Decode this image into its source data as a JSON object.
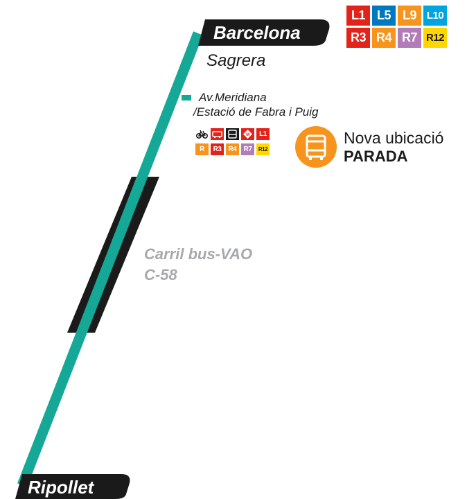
{
  "route": {
    "start": "Barcelona",
    "end": "Ripollet",
    "line_color": "#16a896",
    "label_bg": "#1a1a1a"
  },
  "stops": {
    "sagrera": "Sagrera",
    "meridiana_line1": "Av.Meridiana",
    "meridiana_line2": "/Estació de Fabra i Puig"
  },
  "lane": {
    "line1": "Carril bus-VAO",
    "line2": "C-58"
  },
  "sagrera_connections": [
    {
      "label": "L1",
      "color": "#e2231a"
    },
    {
      "label": "L5",
      "color": "#0078bf"
    },
    {
      "label": "L9",
      "color": "#f7941d"
    },
    {
      "label": "L10",
      "color": "#00a5df"
    },
    {
      "label": "R3",
      "color": "#e2231a"
    },
    {
      "label": "R4",
      "color": "#f7941d"
    },
    {
      "label": "R7",
      "color": "#b27cb8"
    },
    {
      "label": "R12",
      "color": "#ffd700"
    }
  ],
  "meridiana_connections": {
    "row1": [
      {
        "icon": "bicycle-icon",
        "color": "#ffffff",
        "fg": "#1a1a1a"
      },
      {
        "icon": "bus-icon",
        "color": "#e2231a",
        "fg": "#ffffff"
      },
      {
        "icon": "coach-icon",
        "color": "#1a1a1a",
        "fg": "#ffffff"
      },
      {
        "icon": "metro-icon",
        "color": "#e2231a",
        "fg": "#ffffff"
      },
      {
        "label": "L1",
        "color": "#e2231a"
      }
    ],
    "row2": [
      {
        "label": "R",
        "color": "#f7941d"
      },
      {
        "label": "R3",
        "color": "#e2231a"
      },
      {
        "label": "R4",
        "color": "#f7941d"
      },
      {
        "label": "R7",
        "color": "#b27cb8"
      },
      {
        "label": "R12",
        "color": "#ffd700"
      }
    ]
  },
  "notice": {
    "line1": "Nova ubicació",
    "line2": "PARADA",
    "icon": "bus-stop-icon",
    "color": "#f7941d"
  }
}
